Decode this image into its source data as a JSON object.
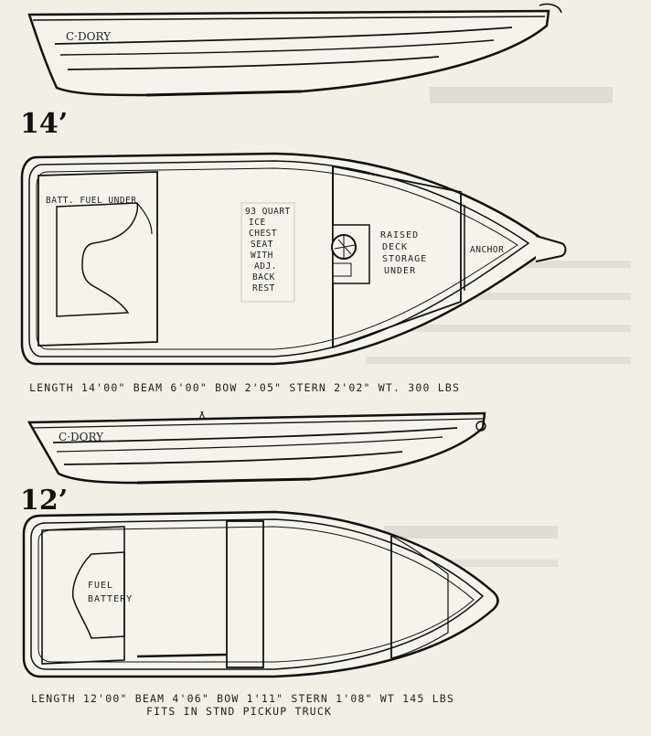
{
  "boat_14": {
    "size_label": "14’",
    "brand": "C·DORY",
    "label_batt_fuel": "BATT. FUEL UNDER",
    "label_ice_chest": [
      "93 QUART",
      "ICE",
      "CHEST",
      "SEAT",
      "WITH",
      "ADJ.",
      "BACK",
      "REST"
    ],
    "label_raised_deck": [
      "RAISED",
      "DECK",
      "STORAGE",
      "UNDER"
    ],
    "label_anchor": "ANCHOR",
    "spec_line": "LENGTH 14'00\"  BEAM 6'00\"  BOW 2'05\"  STERN 2'02\"  WT. 300 LBS"
  },
  "boat_12": {
    "size_label": "12’",
    "brand": "C·DORY",
    "label_fuel": "FUEL",
    "label_battery": "BATTERY",
    "spec_line": "LENGTH  12'00\" BEAM 4'06\"  BOW 1'11\"    STERN 1'08\"  WT 145 LBS",
    "spec_line_2": "FITS IN STND PICKUP TRUCK"
  }
}
